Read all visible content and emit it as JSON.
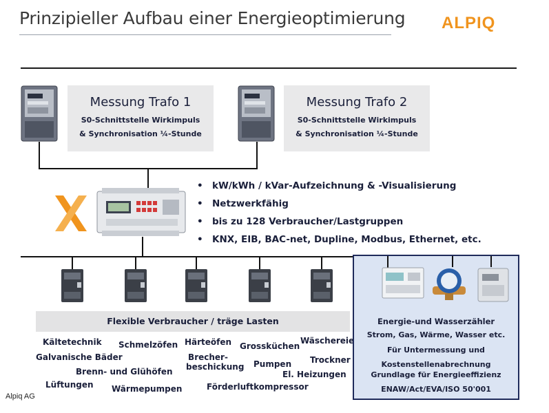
{
  "header": {
    "title": "Prinzipieller Aufbau einer Energieoptimierung",
    "logo": "ALPIQ"
  },
  "meters": [
    {
      "title": "Messung Trafo 1",
      "line1": "S0-Schnittstelle Wirkimpuls",
      "line2": "& Synchronisation ¼-Stunde"
    },
    {
      "title": "Messung Trafo 2",
      "line1": "S0-Schnittstelle Wirkimpuls",
      "line2": "& Synchronisation ¼-Stunde"
    }
  ],
  "bullets": [
    "kW/kWh / kVar-Aufzeichnung & -Visualisierung",
    "Netzwerkfähig",
    "bis zu 128 Verbraucher/Lastgruppen",
    "KNX, EIB, BAC-net, Dupline, Modbus, Ethernet, etc."
  ],
  "bullet_symbol": "•",
  "consumers": {
    "banner": "Flexible Verbraucher / träge Lasten",
    "labels": {
      "kaeltetechnik": "Kältetechnik",
      "schmelzoefen": "Schmelzöfen",
      "haerteoefen": "Härteöfen",
      "grosskuechen": "Grossküchen",
      "waeschereien": "Wäschereien",
      "galvanische": "Galvanische Bäder",
      "brecher1": "Brecher-",
      "brecher2": "beschickung",
      "pumpen": "Pumpen",
      "trockner": "Trockner",
      "brenn": "Brenn-  und Glühöfen",
      "heizungen": "El. Heizungen",
      "lueftungen": "Lüftungen",
      "waermepumpen": "Wärmepumpen",
      "foerderluft": "Förderluftkompressor"
    }
  },
  "panel": {
    "title": "Energie-und Wasserzähler",
    "line1": "Strom, Gas, Wärme, Wasser etc.",
    "line2": "Für Untermessung und",
    "line3": "Kostenstellenabrechnung",
    "line4": "Grundlage für Energieeffizienz",
    "line5": "ENAW/Act/EVA/ISO 50'001"
  },
  "footer": "Alpiq AG",
  "colors": {
    "accent": "#f0941e",
    "navy": "#1a1f3a",
    "panel_bg": "#dbe4f3",
    "panel_border": "#1e2a5a"
  }
}
